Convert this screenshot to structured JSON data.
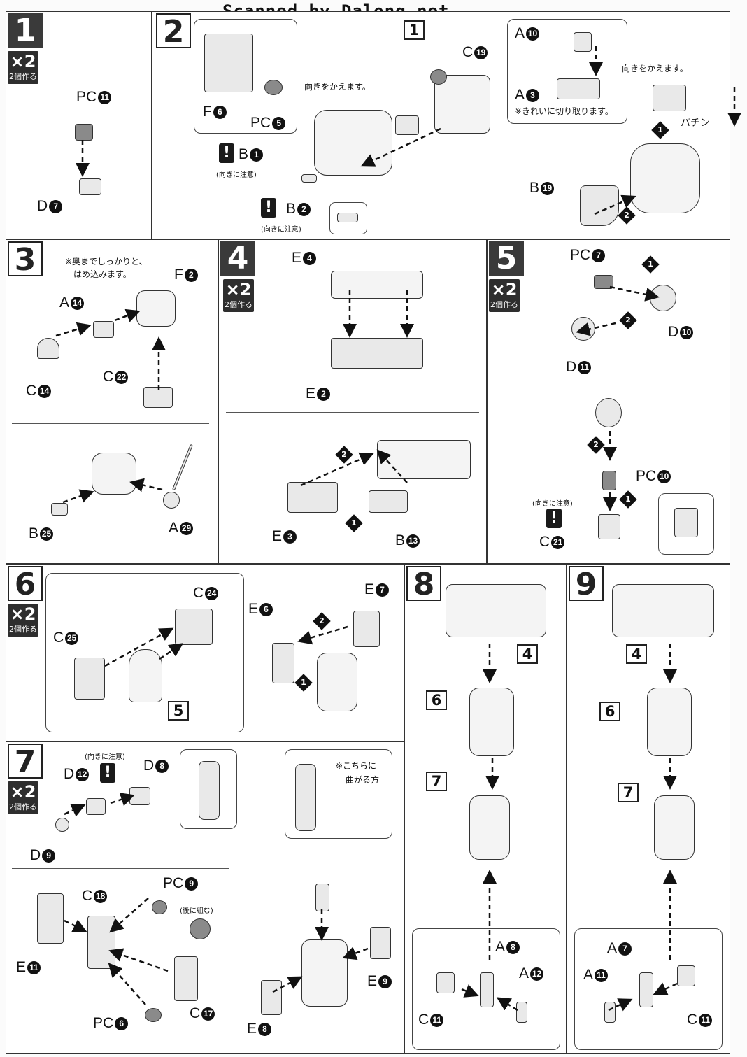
{
  "header": {
    "scan_credit": "Scanned by Dalong.net"
  },
  "common": {
    "x2_mult": "×2",
    "x2_caption": "2個作る",
    "warn_symbol": "!",
    "orientation_note": "(向きに注意)"
  },
  "step1": {
    "number": "1",
    "parts": {
      "pc": "PC",
      "pc_num": "11",
      "d": "D",
      "d_num": "7"
    }
  },
  "step2": {
    "number": "2",
    "ref_step": "1",
    "note_turn": "向きをかえます。",
    "note_turn2": "向きをかえます。",
    "note_cut": "※きれいに切り取ります。",
    "snap_sound": "パチン",
    "parts": {
      "f6": "F",
      "f6_num": "6",
      "pc5": "PC",
      "pc5_num": "5",
      "b1": "B",
      "b1_num": "1",
      "b2": "B",
      "b2_num": "2",
      "c19": "C",
      "c19_num": "19",
      "a10": "A",
      "a10_num": "10",
      "a3": "A",
      "a3_num": "3",
      "b19": "B",
      "b19_num": "19"
    },
    "seq1": "1",
    "seq2": "2"
  },
  "step3": {
    "number": "3",
    "note_press": "※奥までしっかりと、",
    "note_press2": "はめ込みます。",
    "parts": {
      "a14": "A",
      "a14_num": "14",
      "f2": "F",
      "f2_num": "2",
      "c14": "C",
      "c14_num": "14",
      "c22": "C",
      "c22_num": "22",
      "b25": "B",
      "b25_num": "25",
      "a29": "A",
      "a29_num": "29"
    }
  },
  "step4": {
    "number": "4",
    "parts": {
      "e4": "E",
      "e4_num": "4",
      "e2": "E",
      "e2_num": "2",
      "e3": "E",
      "e3_num": "3",
      "b13": "B",
      "b13_num": "13"
    },
    "seq1": "1",
    "seq2": "2"
  },
  "step5": {
    "number": "5",
    "parts": {
      "pc7": "PC",
      "pc7_num": "7",
      "d10": "D",
      "d10_num": "10",
      "d11": "D",
      "d11_num": "11",
      "pc10": "PC",
      "pc10_num": "10",
      "c21": "C",
      "c21_num": "21"
    },
    "seq1": "1",
    "seq2": "2"
  },
  "step6": {
    "number": "6",
    "ref_step": "5",
    "parts": {
      "c24": "C",
      "c24_num": "24",
      "c25": "C",
      "c25_num": "25",
      "e6": "E",
      "e6_num": "6",
      "e7": "E",
      "e7_num": "7"
    },
    "seq1": "1",
    "seq2": "2"
  },
  "step7": {
    "number": "7",
    "note_bend": "※こちらに",
    "note_bend2": "曲がる方",
    "note_later": "(後に組む)",
    "parts": {
      "d12": "D",
      "d12_num": "12",
      "d8": "D",
      "d8_num": "8",
      "d9": "D",
      "d9_num": "9",
      "c18": "C",
      "c18_num": "18",
      "pc9": "PC",
      "pc9_num": "9",
      "e11": "E",
      "e11_num": "11",
      "c17": "C",
      "c17_num": "17",
      "pc6": "PC",
      "pc6_num": "6",
      "e9": "E",
      "e9_num": "9",
      "e8": "E",
      "e8_num": "8"
    }
  },
  "step8": {
    "number": "8",
    "refs": [
      "4",
      "6",
      "7"
    ],
    "parts": {
      "a8": "A",
      "a8_num": "8",
      "a12": "A",
      "a12_num": "12",
      "c11": "C",
      "c11_num": "11"
    }
  },
  "step9": {
    "number": "9",
    "refs": [
      "4",
      "6",
      "7"
    ],
    "parts": {
      "a7": "A",
      "a7_num": "7",
      "a11": "A",
      "a11_num": "11",
      "c11": "C",
      "c11_num": "11"
    }
  }
}
